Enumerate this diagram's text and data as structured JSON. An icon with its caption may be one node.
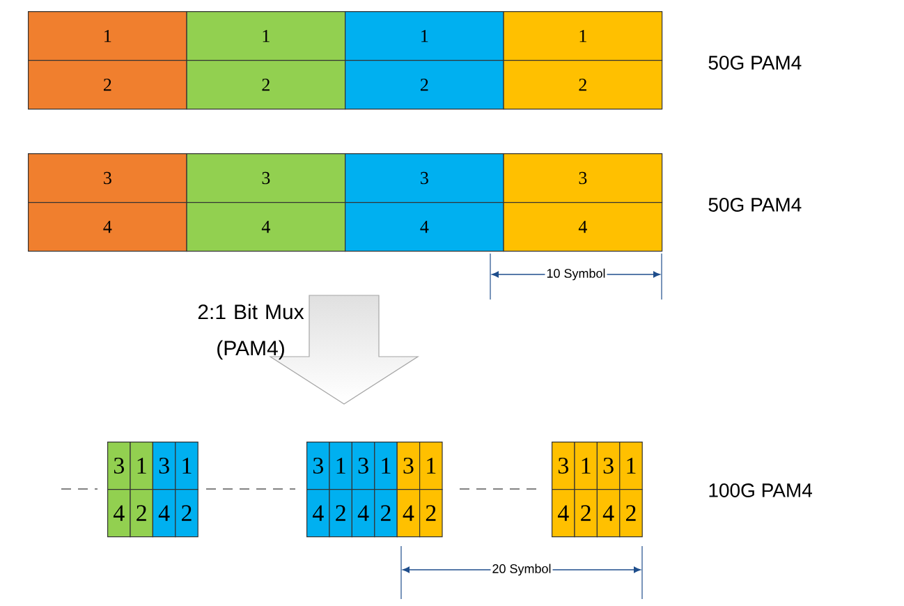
{
  "diagram": {
    "nodes": [
      {
        "text": [
          "1"
        ]
      },
      {
        "text": [
          "1"
        ]
      },
      {
        "text": [
          "1"
        ]
      },
      {
        "text": [
          "1"
        ]
      },
      {
        "text": [
          "2"
        ]
      },
      {
        "text": [
          "2"
        ]
      },
      {
        "text": [
          "2"
        ]
      },
      {
        "text": [
          "2"
        ]
      },
      {
        "text": [
          "3"
        ]
      },
      {
        "text": [
          "3"
        ]
      },
      {
        "text": [
          "3"
        ]
      },
      {
        "text": [
          "3"
        ]
      },
      {
        "text": [
          "4"
        ]
      },
      {
        "text": [
          "4"
        ]
      },
      {
        "text": [
          "4"
        ]
      },
      {
        "text": [
          "4"
        ]
      },
      {
        "text": [
          "3"
        ]
      },
      {
        "text": [
          "1"
        ]
      },
      {
        "text": [
          "3"
        ]
      },
      {
        "text": [
          "1"
        ]
      },
      {
        "text": [
          "4"
        ]
      },
      {
        "text": [
          "2"
        ]
      },
      {
        "text": [
          "4"
        ]
      },
      {
        "text": [
          "2"
        ]
      },
      {
        "text": [
          "3"
        ]
      },
      {
        "text": [
          "1"
        ]
      },
      {
        "text": [
          "3"
        ]
      },
      {
        "text": [
          "1"
        ]
      },
      {
        "text": [
          "3"
        ]
      },
      {
        "text": [
          "1"
        ]
      },
      {
        "text": [
          "4"
        ]
      },
      {
        "text": [
          "2"
        ]
      },
      {
        "text": [
          "4"
        ]
      },
      {
        "text": [
          "2"
        ]
      },
      {
        "text": [
          "4"
        ]
      },
      {
        "text": [
          "2"
        ]
      },
      {
        "text": [
          "3"
        ]
      },
      {
        "text": [
          "1"
        ]
      },
      {
        "text": [
          "3"
        ]
      },
      {
        "text": [
          "1"
        ]
      },
      {
        "text": [
          "4"
        ]
      },
      {
        "text": [
          "2"
        ]
      },
      {
        "text": [
          "4"
        ]
      },
      {
        "text": [
          "2"
        ]
      }
    ],
    "labels": [
      "50G PAM4",
      "50G PAM4",
      "10 Symbol",
      "2:1 Bit Mux (PAM4)",
      "100G PAM4",
      "20 Symbol"
    ]
  }
}
